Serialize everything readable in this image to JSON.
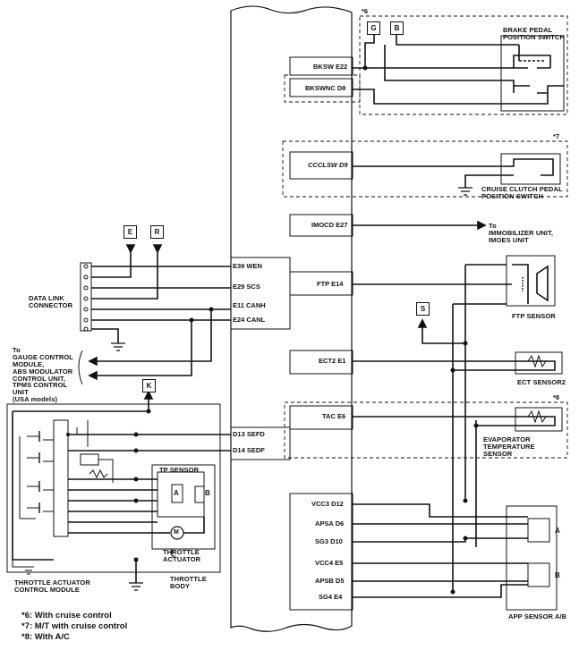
{
  "ecm_pins": {
    "bksw": "BKSW E22",
    "bkswnc": "BKSWNC D8",
    "ccclsw": "CCCLSW D9",
    "imocd": "IMOCD E27",
    "wen": "E39 WEN",
    "scs": "E29 SCS",
    "canh": "E11 CANH",
    "canl": "E24 CANL",
    "ftp": "FTP E14",
    "ect2": "ECT2 E1",
    "tac": "TAC E6",
    "sefd": "D13 SEFD",
    "sedf": "D14 SEDF",
    "vcc3": "VCC3 D12",
    "apsa": "APSA D6",
    "sg3": "SG3 D10",
    "vcc4": "VCC4 E5",
    "apsb": "APSB D5",
    "sg4": "SG4 E4"
  },
  "connectors": {
    "g": "G",
    "b": "B",
    "e": "E",
    "r": "R",
    "k": "K",
    "s": "S"
  },
  "option_marks": {
    "m6": "*6",
    "m7": "*7",
    "m8": "*8"
  },
  "components": {
    "brake_switch": "BRAKE PEDAL\nPOSITION SWITCH",
    "clutch_switch": "CRUISE CLUTCH PEDAL\nPOSITION SWITCH",
    "immobilizer": "To\nIMMOBILIZER UNIT,\nIMOES UNIT",
    "dlc": "DATA LINK\nCONNECTOR",
    "gauge": "To\nGAUGE CONTROL\nMODULE,\nABS MODULATOR\nCONTROL UNIT,\nTPMS CONTROL\nUNIT\n(USA models)",
    "ftp_sensor": "FTP SENSOR",
    "ect_sensor": "ECT SENSOR2",
    "evap_sensor": "EVAPORATOR\nTEMPERATURE\nSENSOR",
    "tp_sensor": "TP SENSOR",
    "tp_a": "A",
    "tp_b": "B",
    "motor": "M",
    "throttle_actuator": "THROTTLE\nACTUATOR",
    "throttle_body": "THROTTLE\nBODY",
    "tacm": "THROTTLE ACTUATOR\nCONTROL MODULE",
    "app_a": "A",
    "app_b": "B",
    "app_sensor": "APP SENSOR A/B"
  },
  "footnotes": [
    "*6: With cruise control",
    "*7: M/T with cruise control",
    "*8: With A/C"
  ]
}
